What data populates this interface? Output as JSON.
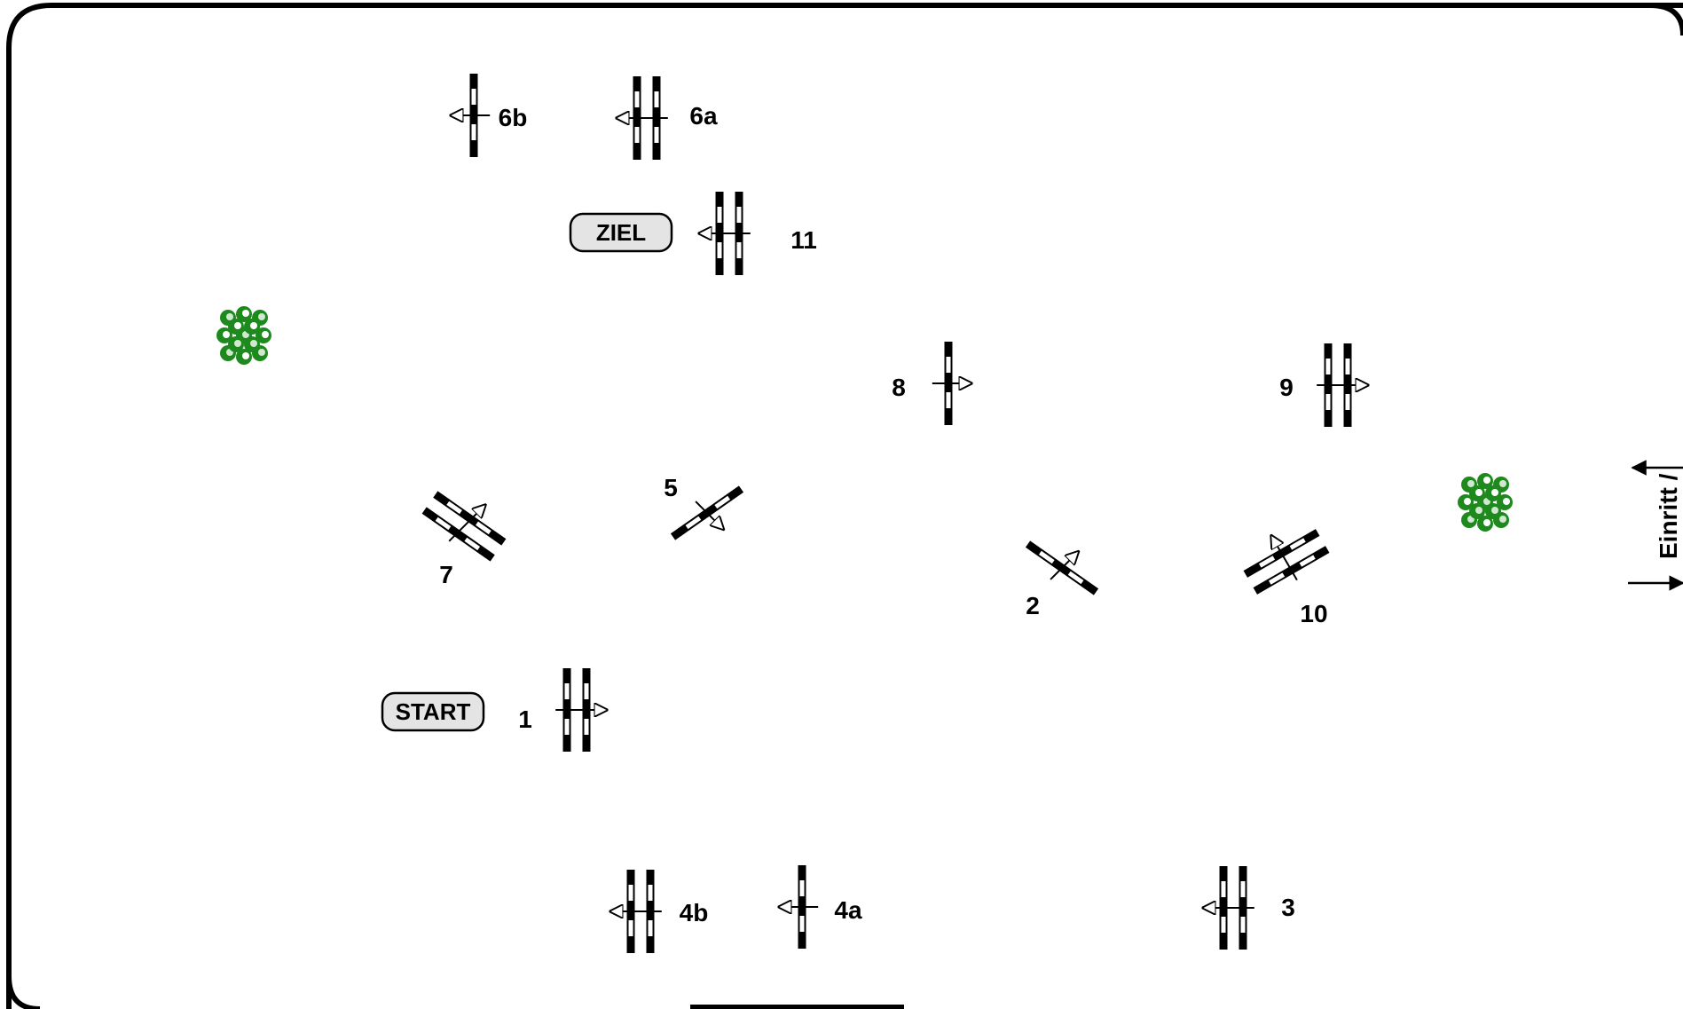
{
  "colors": {
    "pole": "#000000",
    "stripe": "#ffffff",
    "button_fill": "#e4e4e4",
    "shrub": "#1e8a1e",
    "border": "#000000"
  },
  "start_label": "START",
  "finish_label": "ZIEL",
  "entrance_label": "Einritt /",
  "obstacles": [
    {
      "id": "1",
      "type": "oxer",
      "direction": "right"
    },
    {
      "id": "2",
      "type": "vertical",
      "direction": "up-right"
    },
    {
      "id": "3",
      "type": "oxer",
      "direction": "left"
    },
    {
      "id": "4a",
      "type": "vertical",
      "direction": "left"
    },
    {
      "id": "4b",
      "type": "oxer",
      "direction": "left"
    },
    {
      "id": "5",
      "type": "vertical",
      "direction": "down-right"
    },
    {
      "id": "6a",
      "type": "oxer",
      "direction": "left"
    },
    {
      "id": "6b",
      "type": "vertical",
      "direction": "left"
    },
    {
      "id": "7",
      "type": "oxer",
      "direction": "up-right"
    },
    {
      "id": "8",
      "type": "vertical",
      "direction": "right"
    },
    {
      "id": "9",
      "type": "oxer",
      "direction": "right"
    },
    {
      "id": "10",
      "type": "oxer",
      "direction": "up-left"
    },
    {
      "id": "11",
      "type": "oxer",
      "direction": "left"
    }
  ],
  "decorations": [
    {
      "type": "shrub-icon"
    },
    {
      "type": "shrub-icon"
    }
  ]
}
